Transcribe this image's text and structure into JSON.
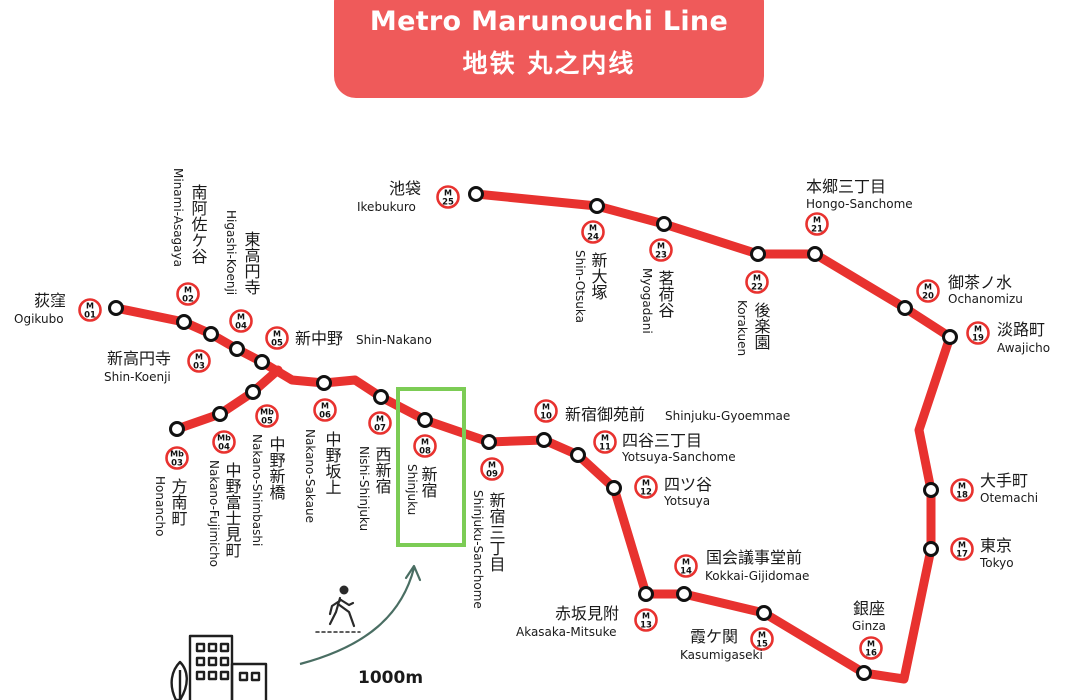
{
  "title": {
    "en": "Metro Marunouchi Line",
    "zh": "地铁 丸之内线"
  },
  "colors": {
    "line": "#e8322f",
    "banner": "#ef5a5a",
    "highlight": "#7ccc55",
    "arrow": "#4a6e63"
  },
  "line_name": "Marunouchi Line",
  "stations": [
    {
      "code": "M",
      "num": "01",
      "ja": "荻窪",
      "en": "Ogikubo"
    },
    {
      "code": "M",
      "num": "02",
      "ja": "南阿佐ケ谷",
      "en": "Minami-Asagaya"
    },
    {
      "code": "M",
      "num": "03",
      "ja": "新高円寺",
      "en": "Shin-Koenji"
    },
    {
      "code": "M",
      "num": "04",
      "ja": "東高円寺",
      "en": "Higashi-Koenji"
    },
    {
      "code": "M",
      "num": "05",
      "ja": "新中野",
      "en": "Shin-Nakano"
    },
    {
      "code": "M",
      "num": "06",
      "ja": "中野坂上",
      "en": "Nakano-Sakaue"
    },
    {
      "code": "M",
      "num": "07",
      "ja": "西新宿",
      "en": "Nishi-Shinjuku"
    },
    {
      "code": "M",
      "num": "08",
      "ja": "新宿",
      "en": "Shinjuku"
    },
    {
      "code": "M",
      "num": "09",
      "ja": "新宿三丁目",
      "en": "Shinjuku-Sanchome"
    },
    {
      "code": "M",
      "num": "10",
      "ja": "新宿御苑前",
      "en": "Shinjuku-Gyoemmae"
    },
    {
      "code": "M",
      "num": "11",
      "ja": "四谷三丁目",
      "en": "Yotsuya-Sanchome"
    },
    {
      "code": "M",
      "num": "12",
      "ja": "四ツ谷",
      "en": "Yotsuya"
    },
    {
      "code": "M",
      "num": "13",
      "ja": "赤坂見附",
      "en": "Akasaka-Mitsuke"
    },
    {
      "code": "M",
      "num": "14",
      "ja": "国会議事堂前",
      "en": "Kokkai-Gijidomae"
    },
    {
      "code": "M",
      "num": "15",
      "ja": "霞ケ関",
      "en": "Kasumigaseki"
    },
    {
      "code": "M",
      "num": "16",
      "ja": "銀座",
      "en": "Ginza"
    },
    {
      "code": "M",
      "num": "17",
      "ja": "東京",
      "en": "Tokyo"
    },
    {
      "code": "M",
      "num": "18",
      "ja": "大手町",
      "en": "Otemachi"
    },
    {
      "code": "M",
      "num": "19",
      "ja": "淡路町",
      "en": "Awajicho"
    },
    {
      "code": "M",
      "num": "20",
      "ja": "御茶ノ水",
      "en": "Ochanomizu"
    },
    {
      "code": "M",
      "num": "21",
      "ja": "本郷三丁目",
      "en": "Hongo-Sanchome"
    },
    {
      "code": "M",
      "num": "22",
      "ja": "後楽園",
      "en": "Korakuen"
    },
    {
      "code": "M",
      "num": "23",
      "ja": "茗荷谷",
      "en": "Myogadani"
    },
    {
      "code": "M",
      "num": "24",
      "ja": "新大塚",
      "en": "Shin-Otsuka"
    },
    {
      "code": "M",
      "num": "25",
      "ja": "池袋",
      "en": "Ikebukuro"
    },
    {
      "code": "Mb",
      "num": "03",
      "ja": "方南町",
      "en": "Honancho"
    },
    {
      "code": "Mb",
      "num": "04",
      "ja": "中野富士見町",
      "en": "Nakano-Fujimicho"
    },
    {
      "code": "Mb",
      "num": "05",
      "ja": "中野新橋",
      "en": "Nakano-Shimbashi"
    }
  ],
  "highlight_station": "Shinjuku",
  "walk_distance": "1000m"
}
